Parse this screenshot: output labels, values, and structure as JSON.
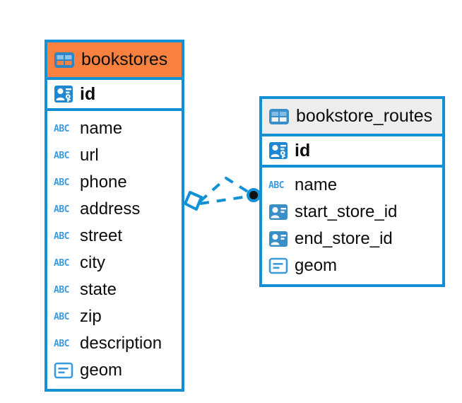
{
  "diagram": {
    "kind": "database-entity-relationship-diagram",
    "background": "#FFFFFF",
    "colors": {
      "border": "#1191D4",
      "header_highlight": "#F9813F",
      "header_default": "#EDEDED",
      "icon_blue": "#1E88D0",
      "text": "#0C0C0C",
      "relation_line": "#1191D4"
    }
  },
  "tables": [
    {
      "id": "bookstores",
      "name": "bookstores",
      "header_style": "orange",
      "table_icon": "table-icon",
      "primary_key": {
        "name": "id",
        "icon": "primary-key-icon"
      },
      "fields": [
        {
          "name": "name",
          "icon": "abc-icon",
          "icon_text": "ABC"
        },
        {
          "name": "url",
          "icon": "abc-icon",
          "icon_text": "ABC"
        },
        {
          "name": "phone",
          "icon": "abc-icon",
          "icon_text": "ABC"
        },
        {
          "name": "address",
          "icon": "abc-icon",
          "icon_text": "ABC"
        },
        {
          "name": "street",
          "icon": "abc-icon",
          "icon_text": "ABC"
        },
        {
          "name": "city",
          "icon": "abc-icon",
          "icon_text": "ABC"
        },
        {
          "name": "state",
          "icon": "abc-icon",
          "icon_text": "ABC"
        },
        {
          "name": "zip",
          "icon": "abc-icon",
          "icon_text": "ABC"
        },
        {
          "name": "description",
          "icon": "abc-icon",
          "icon_text": "ABC"
        },
        {
          "name": "geom",
          "icon": "geometry-icon",
          "icon_text": ""
        }
      ]
    },
    {
      "id": "bookstore_routes",
      "name": "bookstore_routes",
      "header_style": "grey",
      "table_icon": "table-icon",
      "primary_key": {
        "name": "id",
        "icon": "primary-key-icon"
      },
      "fields": [
        {
          "name": "name",
          "icon": "abc-icon",
          "icon_text": "ABC"
        },
        {
          "name": "start_store_id",
          "icon": "foreign-key-icon",
          "icon_text": ""
        },
        {
          "name": "end_store_id",
          "icon": "foreign-key-icon",
          "icon_text": ""
        },
        {
          "name": "geom",
          "icon": "geometry-icon",
          "icon_text": ""
        }
      ]
    }
  ],
  "relationship": {
    "from_table": "bookstores",
    "to_table": "bookstore_routes",
    "line_style": "dashed",
    "source_marker": "diamond-marker",
    "target_marker": "circle-marker",
    "branches": 2
  }
}
